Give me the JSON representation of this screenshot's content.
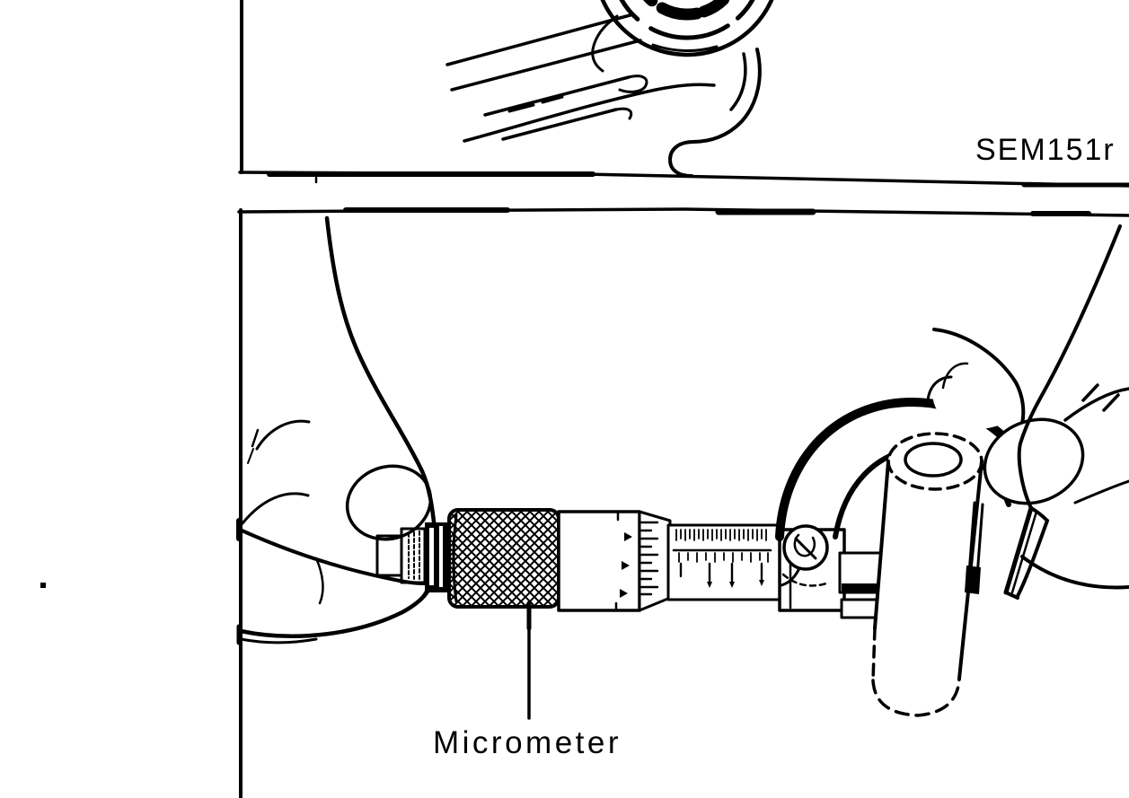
{
  "page": {
    "type": "scanned-service-manual-illustration",
    "ink_color": "#000000",
    "paper_color": "#ffffff"
  },
  "top_panel": {
    "content": "connecting-rod line drawing (partially visible, cropped at top and right)",
    "figure_code": "SEM151r"
  },
  "bottom_panel": {
    "content": "two hands measuring a piston pin with a micrometer",
    "callout_label": "Micrometer"
  }
}
